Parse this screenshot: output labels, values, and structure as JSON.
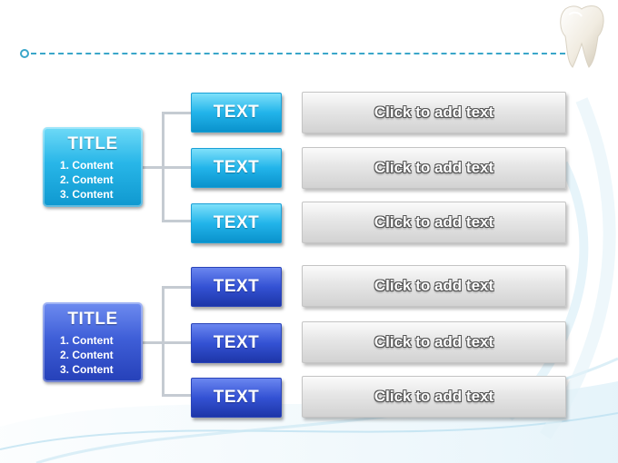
{
  "groups": [
    {
      "title": "TITLE",
      "contents": [
        "1. Content",
        "2. Content",
        "3. Content"
      ],
      "rows": [
        {
          "label": "TEXT",
          "placeholder": "Click to add text"
        },
        {
          "label": "TEXT",
          "placeholder": "Click to add text"
        },
        {
          "label": "TEXT",
          "placeholder": "Click to add text"
        }
      ]
    },
    {
      "title": "TITLE",
      "contents": [
        "1. Content",
        "2. Content",
        "3. Content"
      ],
      "rows": [
        {
          "label": "TEXT",
          "placeholder": "Click to add text"
        },
        {
          "label": "TEXT",
          "placeholder": "Click to add text"
        },
        {
          "label": "TEXT",
          "placeholder": "Click to add text"
        }
      ]
    }
  ],
  "colors": {
    "cyan_accent": "#22b4ea",
    "blue_accent": "#3452d4",
    "rule_color": "#3aa6c9",
    "bar_gray": "#d2d2d2"
  },
  "icons": {
    "header_graphic": "tooth-icon"
  }
}
